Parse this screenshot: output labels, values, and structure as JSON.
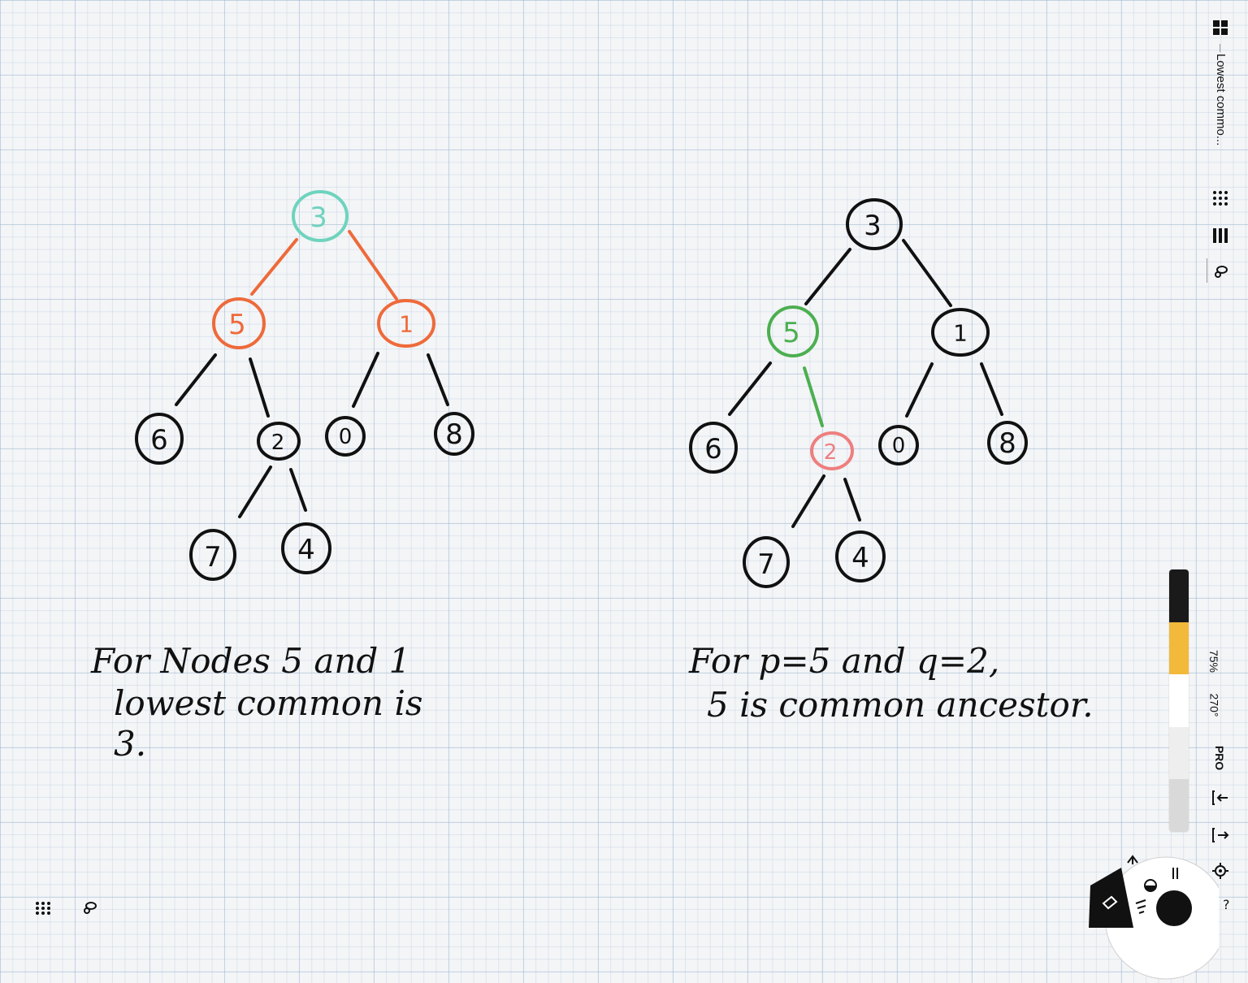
{
  "document": {
    "title": "Lowest commo..."
  },
  "left_tree": {
    "nodes": [
      "3",
      "5",
      "1",
      "6",
      "2",
      "0",
      "8",
      "7",
      "4"
    ]
  },
  "right_tree": {
    "nodes": [
      "3",
      "5",
      "1",
      "6",
      "2",
      "0",
      "8",
      "7",
      "4"
    ]
  },
  "notes": {
    "left_line1": "For Nodes 5 and 1",
    "left_line2": "lowest common is",
    "left_line3": "3.",
    "right_line1": "For p=5 and q=2,",
    "right_line2": "5 is common ancestor."
  },
  "colors": {
    "teal": "#6fd3bd",
    "orange": "#ee6a3a",
    "green": "#4caf50",
    "pink": "#ee7f7f",
    "ink": "#111111",
    "swatch_black": "#1a1a1a",
    "swatch_yellow": "#f2b93b",
    "swatch_white": "#ffffff",
    "swatch_light_gray": "#eeeeee",
    "swatch_gray": "#d9d9d9"
  },
  "rail": {
    "zoom": "75%",
    "rotation": "270°",
    "pro": "PRO",
    "icons": [
      "grid-icon",
      "dots-grid-icon",
      "stack-icon",
      "lasso-icon",
      "import-icon",
      "export-icon",
      "settings-icon",
      "help-icon"
    ]
  },
  "bottom": {
    "icons": [
      "apps-icon",
      "lasso-icon"
    ]
  }
}
